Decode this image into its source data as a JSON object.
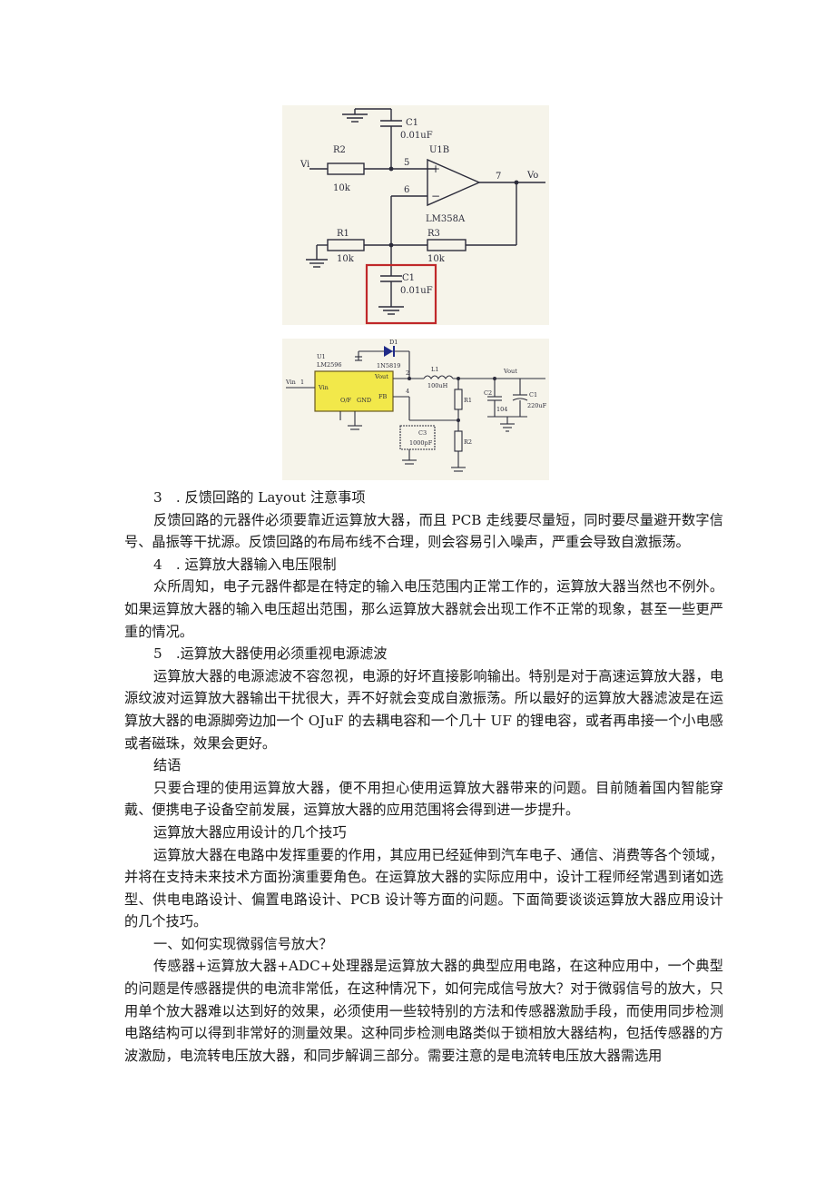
{
  "figure1": {
    "labels": {
      "c1_top": "C1",
      "c1_top_value": "0.01uF",
      "r2": "R2",
      "r2_value": "10k",
      "u1b": "U1B",
      "vi": "Vi",
      "pin5": "5",
      "pin6": "6",
      "pin7": "7",
      "plus": "+",
      "minus": "−",
      "vo": "Vo",
      "opamp": "LM358A",
      "r1": "R1",
      "r1_value": "10k",
      "r3": "R3",
      "r3_value": "10k",
      "c1_bottom": "C1",
      "c1_bottom_value": "0.01uF"
    },
    "highlight_color": "#c0282a"
  },
  "figure2": {
    "labels": {
      "d1": "D1",
      "d1_part": "1N5819",
      "u1": "U1",
      "u1_part": "LM2596",
      "vin_label": "Vin",
      "vin_pin": "1",
      "vin_inner": "Vin",
      "vout_inner": "Vout",
      "fb": "FB",
      "onoff": "O/F",
      "gnd": "GND",
      "pin2": "2",
      "pin4": "4",
      "l1": "L1",
      "l1_value": "100uH",
      "vout": "Vout",
      "r1": "R1",
      "r2": "R2",
      "c2": "C2",
      "c2_value": "104",
      "c1": "C1",
      "c1_value": "220uF",
      "c3": "C3",
      "c3_value": "1000pF"
    },
    "chip_color": "#f2e84a"
  },
  "content": [
    {
      "type": "heading",
      "text": "3　. 反馈回路的 Layout 注意事项"
    },
    {
      "type": "para",
      "text": "反馈回路的元器件必须要靠近运算放大器，而且 PCB 走线要尽量短，同时要尽量避开数字信号、晶振等干扰源。反馈回路的布局布线不合理，则会容易引入噪声，严重会导致自激振荡。"
    },
    {
      "type": "heading",
      "text": "4　. 运算放大器输入电压限制"
    },
    {
      "type": "para",
      "text": "众所周知，电子元器件都是在特定的输入电压范围内正常工作的，运算放大器当然也不例外。如果运算放大器的输入电压超出范围，那么运算放大器就会出现工作不正常的现象，甚至一些更严重的情况。"
    },
    {
      "type": "heading",
      "text": "5　.运算放大器使用必须重视电源滤波"
    },
    {
      "type": "para",
      "text": "运算放大器的电源滤波不容忽视，电源的好坏直接影响输出。特别是对于高速运算放大器，电源纹波对运算放大器输出干扰很大，弄不好就会变成自激振荡。所以最好的运算放大器滤波是在运算放大器的电源脚旁边加一个 OJuF 的去耦电容和一个几十 UF 的锂电容，或者再串接一个小电感或者磁珠，效果会更好。"
    },
    {
      "type": "heading",
      "text": "结语"
    },
    {
      "type": "para",
      "text": "只要合理的使用运算放大器，便不用担心使用运算放大器带来的问题。目前随着国内智能穿戴、便携电子设备空前发展，运算放大器的应用范围将会得到进一步提升。"
    },
    {
      "type": "heading",
      "text": "运算放大器应用设计的几个技巧"
    },
    {
      "type": "para",
      "text": "运算放大器在电路中发挥重要的作用，其应用已经延伸到汽车电子、通信、消费等各个领域，并将在支持未来技术方面扮演重要角色。在运算放大器的实际应用中，设计工程师经常遇到诸如选型、供电电路设计、偏置电路设计、PCB 设计等方面的问题。下面简要谈谈运算放大器应用设计的几个技巧。"
    },
    {
      "type": "heading",
      "text": "一、如何实现微弱信号放大？"
    },
    {
      "type": "para",
      "text": "传感器+运算放大器+ADC+处理器是运算放大器的典型应用电路，在这种应用中，一个典型的问题是传感器提供的电流非常低，在这种情况下，如何完成信号放大？对于微弱信号的放大，只用单个放大器难以达到好的效果，必须使用一些较特别的方法和传感器激励手段，而使用同步检测电路结构可以得到非常好的测量效果。这种同步检测电路类似于锁相放大器结构，包括传感器的方波激励，电流转电压放大器，和同步解调三部分。需要注意的是电流转电压放大器需选用"
    }
  ]
}
